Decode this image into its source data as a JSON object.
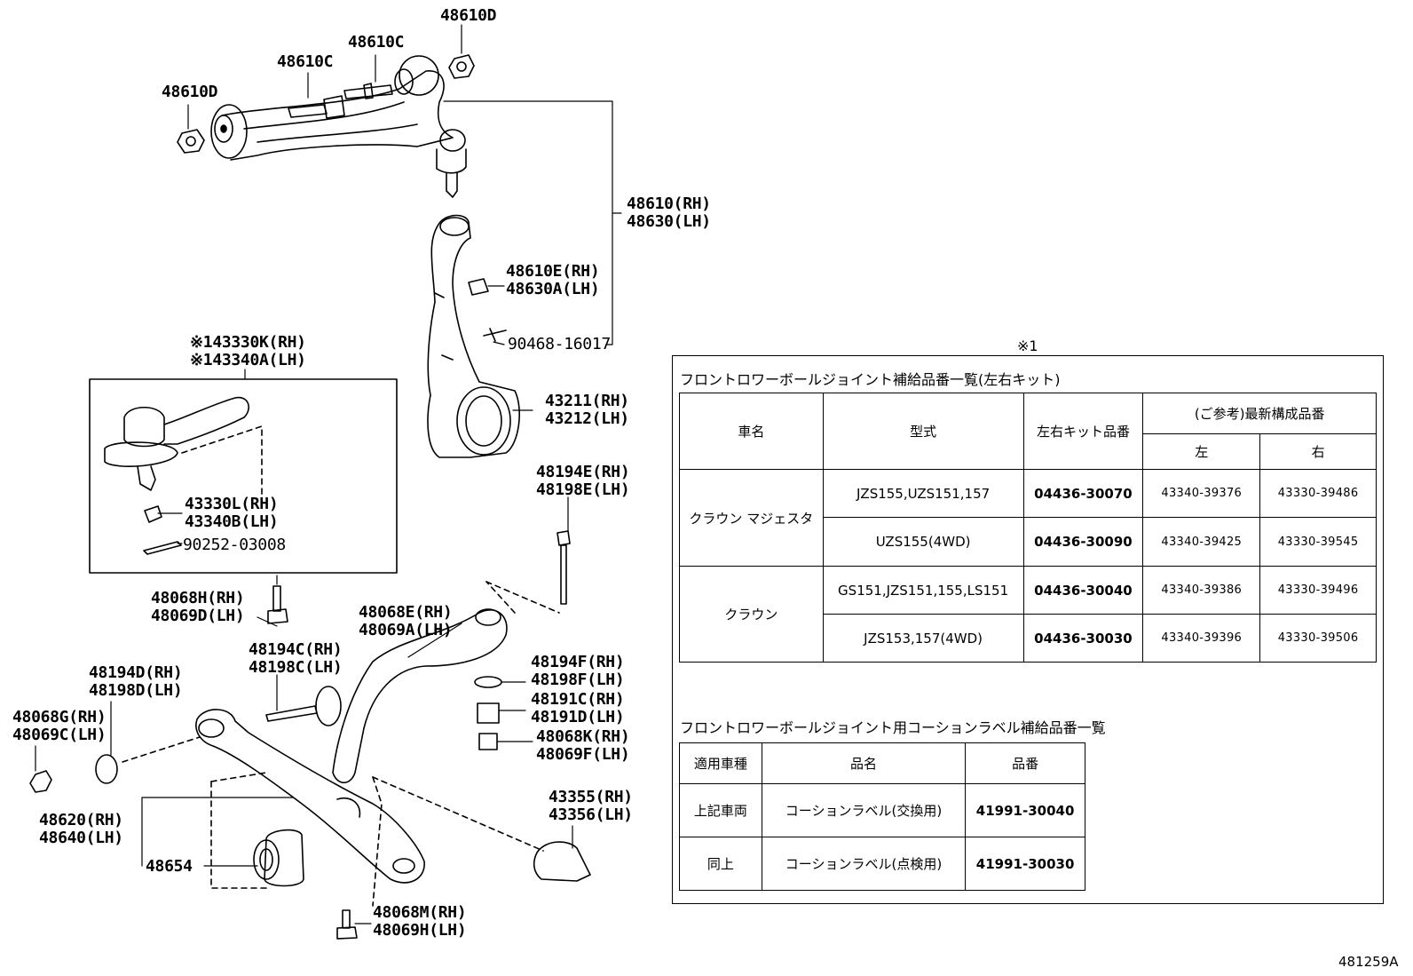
{
  "callouts": {
    "c48610D_top": "48610D",
    "c48610C_a": "48610C",
    "c48610C_b": "48610C",
    "c48610D_left": "48610D",
    "c48610": [
      "48610(RH)",
      "48630(LH)"
    ],
    "c48610E": [
      "48610E(RH)",
      "48630A(LH)"
    ],
    "c90468": "90468-16017",
    "c43330K": [
      "※143330K(RH)",
      "※143340A(LH)"
    ],
    "c43211": [
      "43211(RH)",
      "43212(LH)"
    ],
    "c48194E": [
      "48194E(RH)",
      "48198E(LH)"
    ],
    "c43330L": [
      "43330L(RH)",
      "43340B(LH)"
    ],
    "c90252": "90252-03008",
    "c48068H": [
      "48068H(RH)",
      "48069D(LH)"
    ],
    "c48068E": [
      "48068E(RH)",
      "48069A(LH)"
    ],
    "c48194C": [
      "48194C(RH)",
      "48198C(LH)"
    ],
    "c48194D": [
      "48194D(RH)",
      "48198D(LH)"
    ],
    "c48194F": [
      "48194F(RH)",
      "48198F(LH)"
    ],
    "c48191C": [
      "48191C(RH)",
      "48191D(LH)"
    ],
    "c48068G": [
      "48068G(RH)",
      "48069C(LH)"
    ],
    "c48068K": [
      "48068K(RH)",
      "48069F(LH)"
    ],
    "c43355": [
      "43355(RH)",
      "43356(LH)"
    ],
    "c48620": [
      "48620(RH)",
      "48640(LH)"
    ],
    "c48654": "48654",
    "c48068M": [
      "48068M(RH)",
      "48069H(LH)"
    ]
  },
  "note_mark": "※1",
  "table1": {
    "title": "フロントロワーボールジョイント補給品番一覧(左右キット)",
    "headers": {
      "car": "車名",
      "model": "型式",
      "kit": "左右キット品番",
      "ref": "(ご参考)最新構成品番",
      "left": "左",
      "right": "右"
    },
    "groups": [
      {
        "car": "クラウン マジェスタ",
        "rows": [
          {
            "model": "JZS155,UZS151,157",
            "kit": "04436-30070",
            "left": "43340-39376",
            "right": "43330-39486"
          },
          {
            "model": "UZS155(4WD)",
            "kit": "04436-30090",
            "left": "43340-39425",
            "right": "43330-39545"
          }
        ]
      },
      {
        "car": "クラウン",
        "rows": [
          {
            "model": "GS151,JZS151,155,LS151",
            "kit": "04436-30040",
            "left": "43340-39386",
            "right": "43330-39496"
          },
          {
            "model": "JZS153,157(4WD)",
            "kit": "04436-30030",
            "left": "43340-39396",
            "right": "43330-39506"
          }
        ]
      }
    ]
  },
  "table2": {
    "title": "フロントロワーボールジョイント用コーションラベル補給品番一覧",
    "headers": {
      "applicable": "適用車種",
      "name": "品名",
      "part": "品番"
    },
    "rows": [
      {
        "applicable": "上記車両",
        "name": "コーションラベル(交換用)",
        "part": "41991-30040"
      },
      {
        "applicable": "同上",
        "name": "コーションラベル(点検用)",
        "part": "41991-30030"
      }
    ]
  },
  "figure_code": "481259A"
}
